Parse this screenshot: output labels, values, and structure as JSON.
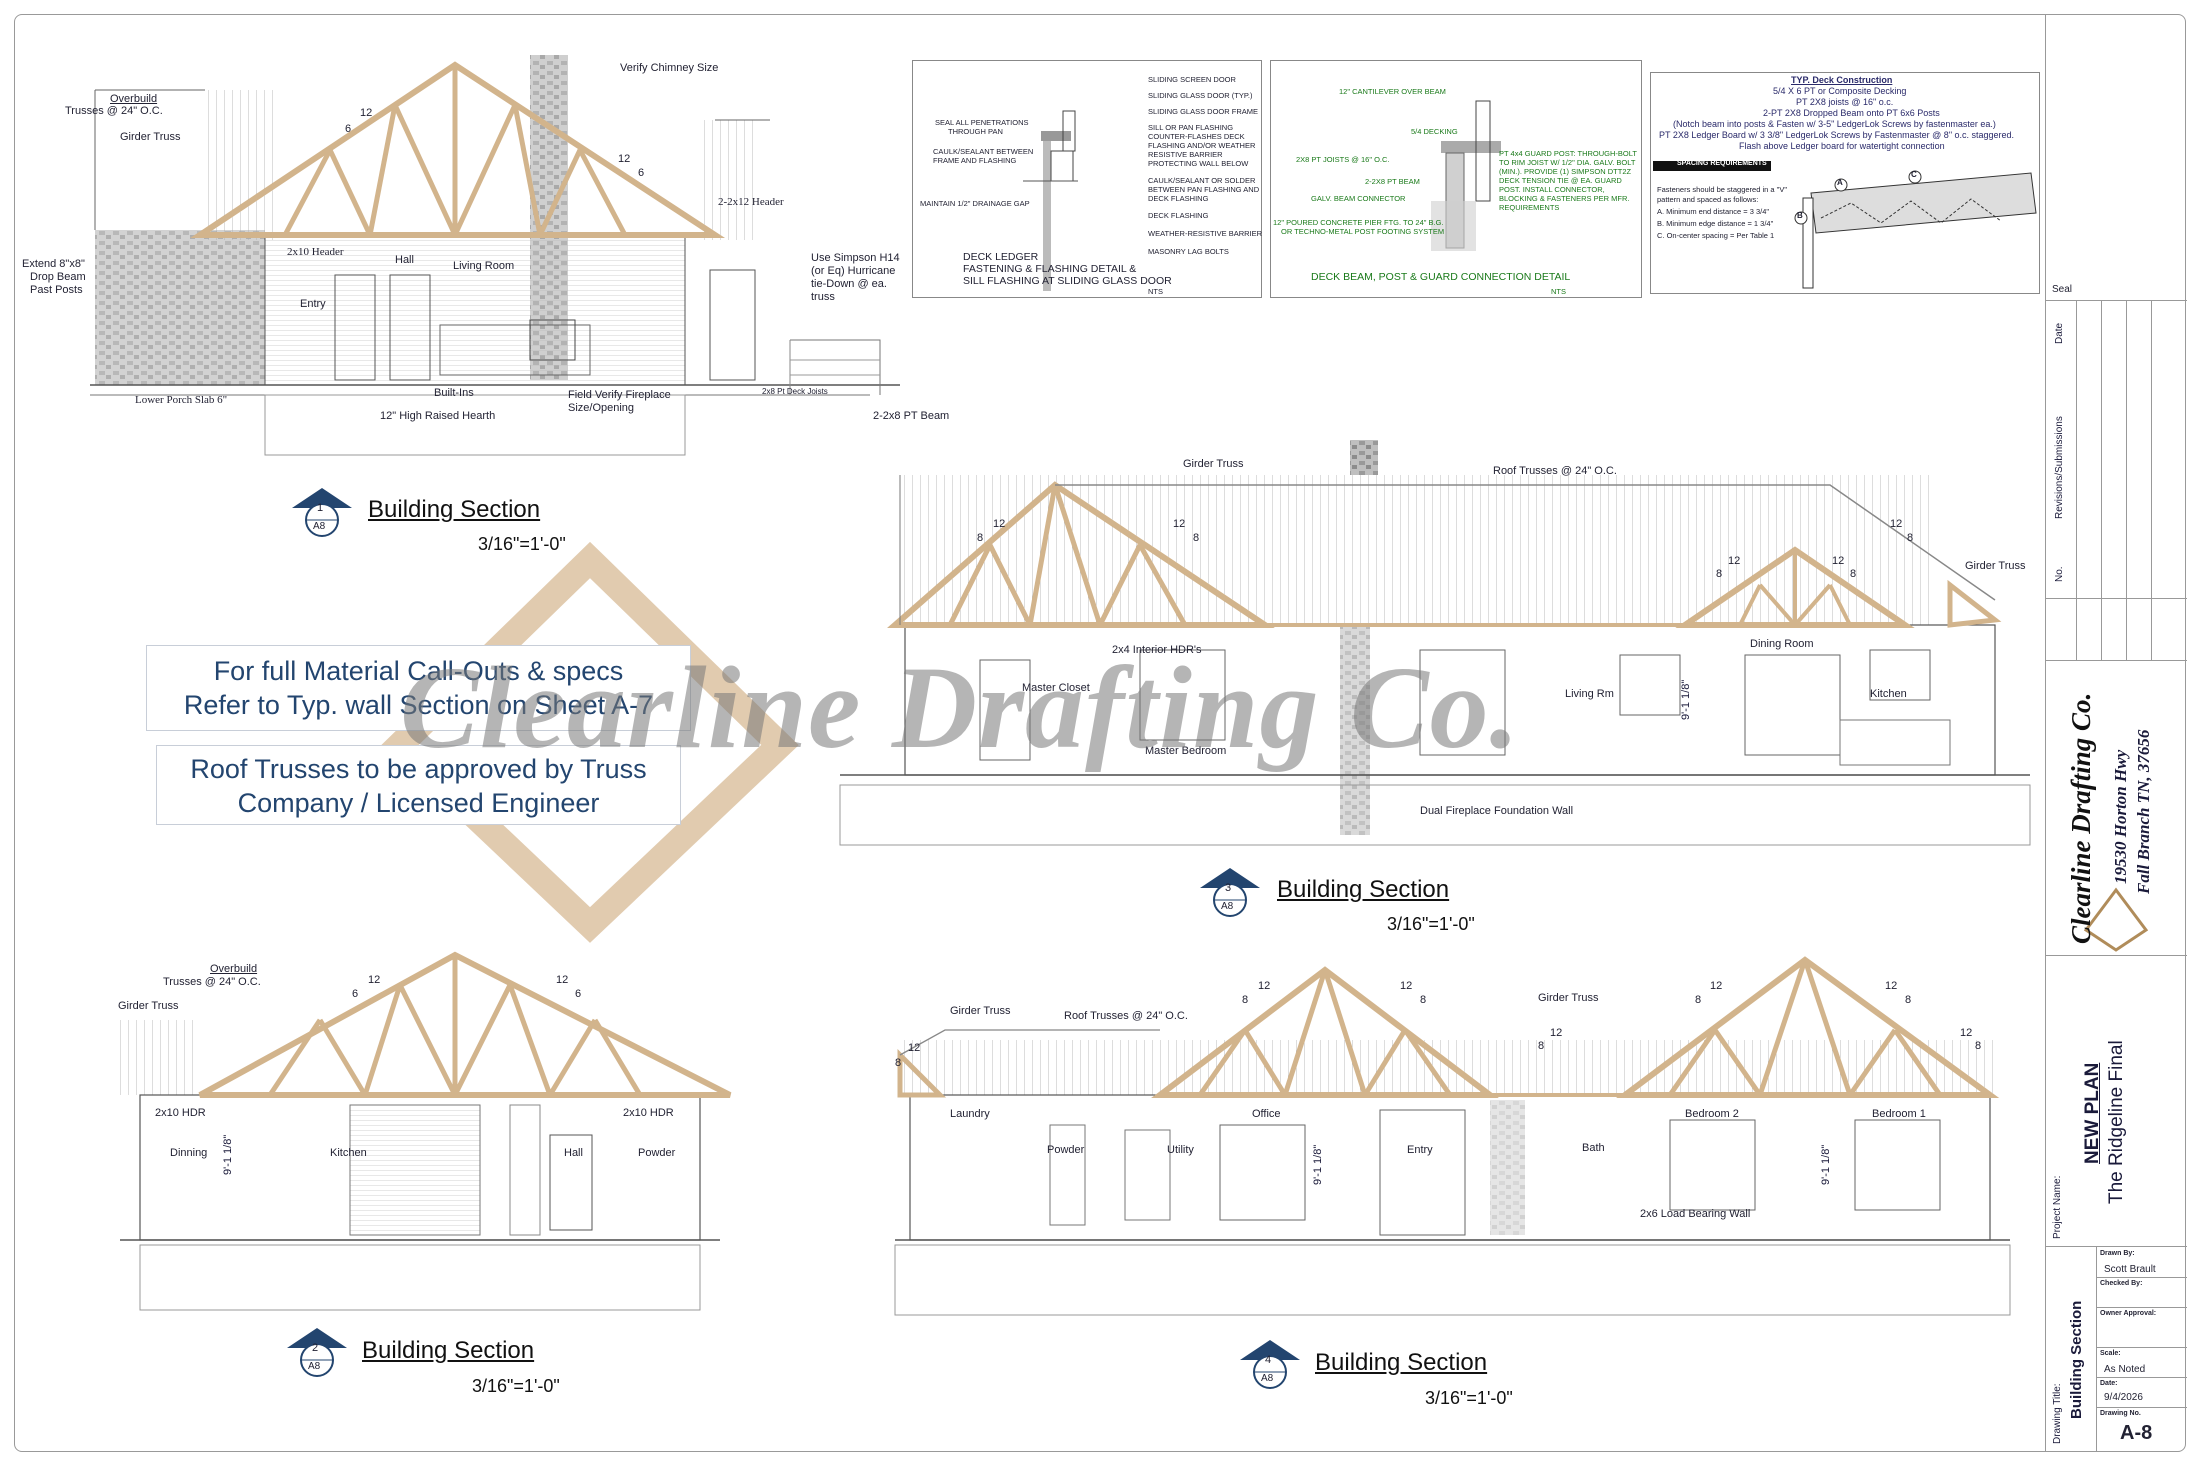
{
  "watermark": "Clearline Drafting Co.",
  "colors": {
    "truss": "#d2b48c",
    "line": "#555555",
    "text": "#23456f",
    "green_note": "#1a7a1a"
  },
  "notes": {
    "line1": "For full Material Call-Outs & specs",
    "line2": "Refer to Typ. wall Section on Sheet A-7",
    "line3": "Roof Trusses to be approved by Truss",
    "line4": "Company / Licensed Engineer"
  },
  "sections": [
    {
      "num": "1",
      "sheet": "A8",
      "title": "Building Section",
      "scale": "3/16\"=1'-0\""
    },
    {
      "num": "2",
      "sheet": "A8",
      "title": "Building Section",
      "scale": "3/16\"=1'-0\""
    },
    {
      "num": "3",
      "sheet": "A8",
      "title": "Building Section",
      "scale": "3/16\"=1'-0\""
    },
    {
      "num": "4",
      "sheet": "A8",
      "title": "Building Section",
      "scale": "3/16\"=1'-0\""
    }
  ],
  "s1": {
    "overbuild": "Overbuild",
    "trusses_oc": "Trusses @ 24\" O.C.",
    "girder": "Girder Truss",
    "chimney": "Verify Chimney Size",
    "header212": "2-2x12 Header",
    "header210": "2x10 Header",
    "extend1": "Extend 8\"x8\"",
    "extend2": "Drop Beam",
    "extend3": "Past Posts",
    "hall": "Hall",
    "living": "Living Room",
    "entry": "Entry",
    "simpson1": "Use Simpson H14",
    "simpson2": "(or Eq) Hurricane",
    "simpson3": "tie-Down @ ea.",
    "simpson4": "truss",
    "builtins": "Built-Ins",
    "hearth": "12\" High Raised Hearth",
    "fireplace1": "Field Verify Fireplace",
    "fireplace2": "Size/Opening",
    "porch": "Lower Porch Slab 6\"",
    "pt_beam": "2-2x8 PT Beam",
    "deck_joists": "2x8 Pt Deck Joists",
    "p12a": "12",
    "p6a": "6",
    "p12b": "12",
    "p6b": "6"
  },
  "s2": {
    "overbuild": "Overbuild",
    "trusses_oc": "Trusses @ 24\" O.C.",
    "girder": "Girder Truss",
    "hdr_left": "2x10 HDR",
    "hdr_right": "2x10 HDR",
    "dinning": "Dinning",
    "kitchen": "Kitchen",
    "hall": "Hall",
    "powder": "Powder",
    "height": "9'-1 1/8\"",
    "p12a": "12",
    "p6a": "6",
    "p12b": "12",
    "p6b": "6"
  },
  "s3": {
    "girder_left": "Girder Truss",
    "roof_trusses": "Roof Trusses @ 24\" O.C.",
    "girder_right": "Girder Truss",
    "interior_hdr": "2x4 Interior HDR's",
    "master_closet": "Master Closet",
    "master_bedroom": "Master Bedroom",
    "living": "Living Rm",
    "dining": "Dining Room",
    "kitchen": "Kitchen",
    "height": "9'-1 1/8\"",
    "foundation": "Dual Fireplace Foundation Wall",
    "p12a": "12",
    "p8a": "8",
    "p12b": "12",
    "p8b": "8",
    "p12c": "12",
    "p8c": "8",
    "p12d": "12",
    "p8d": "8",
    "p12e": "12",
    "p8e": "8"
  },
  "s4": {
    "girder_left": "Girder Truss",
    "roof_trusses": "Roof Trusses @ 24\" O.C.",
    "girder_right": "Girder Truss",
    "laundry": "Laundry",
    "powder": "Powder",
    "utility": "Utility",
    "office": "Office",
    "entry": "Entry",
    "bath": "Bath",
    "bedroom2": "Bedroom 2",
    "bedroom1": "Bedroom 1",
    "height1": "9'-1 1/8\"",
    "height2": "9'-1 1/8\"",
    "bearing": "2x6 Load Bearing Wall",
    "p12a": "12",
    "p8a": "8",
    "p12b": "12",
    "p8b": "8",
    "p12c": "12",
    "p8c": "8",
    "p12d": "12",
    "p8d": "8",
    "p12e": "12",
    "p8e": "8",
    "p12f": "12",
    "p8f": "8",
    "p12g": "12",
    "p8g": "8"
  },
  "detail_ledger": {
    "title1": "DECK LEDGER",
    "title2": "FASTENING & FLASHING DETAIL &",
    "title3": "SILL FLASHING AT SLIDING GLASS DOOR",
    "nts": "NTS",
    "notes_right": [
      "SLIDING SCREEN DOOR",
      "SLIDING GLASS DOOR (TYP.)",
      "SLIDING GLASS DOOR FRAME",
      "SILL OR PAN FLASHING",
      "COUNTER-FLASHES DECK",
      "FLASHING AND/OR WEATHER",
      "RESISTIVE BARRIER",
      "PROTECTING WALL BELOW",
      "CAULK/SEALANT OR SOLDER",
      "BETWEEN PAN FLASHING AND",
      "DECK FLASHING",
      "DECK FLASHING",
      "WEATHER-RESISTIVE BARRIER",
      "MASONRY LAG BOLTS"
    ],
    "notes_left": [
      "SEAL ALL PENETRATIONS",
      "THROUGH PAN",
      "CAULK/SEALANT BETWEEN",
      "FRAME AND FLASHING",
      "MAINTAIN 1/2\" DRAINAGE GAP"
    ]
  },
  "detail_beam": {
    "title": "DECK BEAM, POST & GUARD CONNECTION DETAIL",
    "nts": "NTS",
    "notes_left": [
      "12\" CANTILEVER OVER BEAM",
      "5/4 DECKING",
      "2X8 PT JOISTS @ 16\" O.C.",
      "2-2X8 PT BEAM",
      "GALV. BEAM CONNECTOR",
      "12\" POURED CONCRETE PIER FTG. TO 24\" B.G.",
      "OR TECHNO-METAL POST FOOTING SYSTEM"
    ],
    "notes_right": [
      "PT 4x4 GUARD POST: THROUGH-BOLT",
      "TO RIM JOIST W/ 1/2\" DIA. GALV. BOLT",
      "(MIN.). PROVIDE (1) SIMPSON DTT2Z",
      "DECK TENSION TIE @ EA. GUARD",
      "POST. INSTALL CONNECTOR,",
      "BLOCKING & FASTENERS PER MFR.",
      "REQUIREMENTS"
    ]
  },
  "detail_typ": {
    "heading": "TYP. Deck Construction",
    "lines": [
      "5/4 X 6 PT or Composite Decking",
      "PT 2X8 joists @ 16\" o.c.",
      "2-PT 2X8 Dropped Beam onto PT 6x6 Posts",
      "(Notch beam into posts & Fasten w/ 3-5\" LedgerLok Screws by fastenmaster ea.)",
      "PT 2X8 Ledger Board w/ 3 3/8\" LedgerLok Screws by Fastenmaster @ 8\" o.c. staggered.",
      "Flash above Ledger board for watertight connection"
    ],
    "spacing_title": "SPACING REQUIREMENTS",
    "spacing_lines": [
      "Fasteners should be staggered in a \"V\"",
      "pattern and spaced as follows:",
      "A. Minimum end distance = 3 3/4\"",
      "B. Minimum edge distance = 1 3/4\"",
      "C. On-center spacing = Per Table 1"
    ],
    "a": "A",
    "b": "B",
    "c": "C"
  },
  "title_block": {
    "seal": "Seal",
    "date": "Date",
    "revisions": "Revisions/Submissions",
    "no": "No.",
    "company": "Clearline Drafting Co.",
    "address1": "19530 Horton Hwy",
    "address2": "Fall Branch TN, 37656",
    "project_label": "Project Name:",
    "project1": "NEW PLAN",
    "project2": "The Ridgeline Final",
    "drawing_title_label": "Drawing Title:",
    "drawing_title": "Building Section",
    "drawn_by_label": "Drawn By:",
    "drawn_by": "Scott Brault",
    "checked_by_label": "Checked By:",
    "owner_label": "Owner Approval:",
    "scale_label": "Scale:",
    "scale": "As Noted",
    "date_label": "Date:",
    "date_value": "9/4/2026",
    "drawing_no_label": "Drawing No.",
    "drawing_no": "A-8"
  }
}
